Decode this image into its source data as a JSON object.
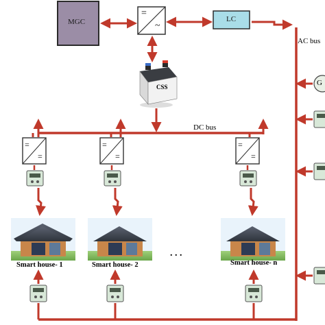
{
  "blocks": {
    "mgc": "MGC",
    "lc": "LC",
    "css": "CSS",
    "generator_partial": "G"
  },
  "buses": {
    "ac_bus": "AC bus",
    "dc_bus": "DC bus"
  },
  "converter_symbols": {
    "dc": "=",
    "ac": "~"
  },
  "houses": [
    {
      "label": "Smart house- 1"
    },
    {
      "label": "Smart house- 2"
    },
    {
      "label": "Smart house- n"
    }
  ],
  "ellipsis": ". . .",
  "colors": {
    "bus_line": "#c0392b",
    "mgc_fill": "#9b8da6",
    "lc_fill": "#a9dde8",
    "converter_fill": "#ffffff",
    "meter_fill": "#d8e8d8",
    "house_roof": "#4a4f58",
    "house_wall": "#c8864a"
  },
  "icons": [
    "battery-icon",
    "converter-icon",
    "smart-meter-icon",
    "house-icon",
    "generator-icon"
  ]
}
